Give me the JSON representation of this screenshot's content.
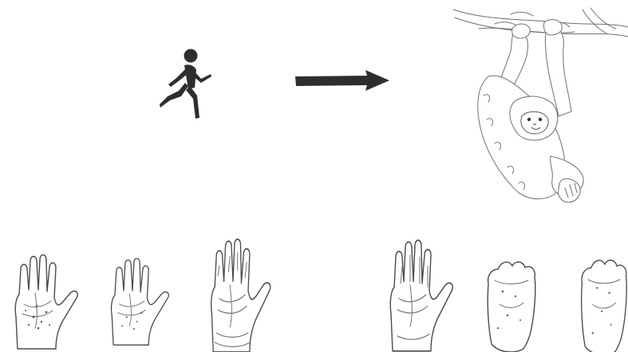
{
  "scene": {
    "background_color": "#ffffff",
    "ink_color": "#2e2e2e",
    "line_color": "#4a4a4a",
    "icons": [
      "running-person-icon",
      "right-arrow-icon",
      "hanging-gibbon-illustration",
      "hand-sketch-icon",
      "foot-sketch-icon"
    ],
    "bottom_row": {
      "left_group": [
        "hand",
        "hand",
        "hand"
      ],
      "right_group": [
        "hand",
        "foot",
        "foot"
      ]
    }
  }
}
